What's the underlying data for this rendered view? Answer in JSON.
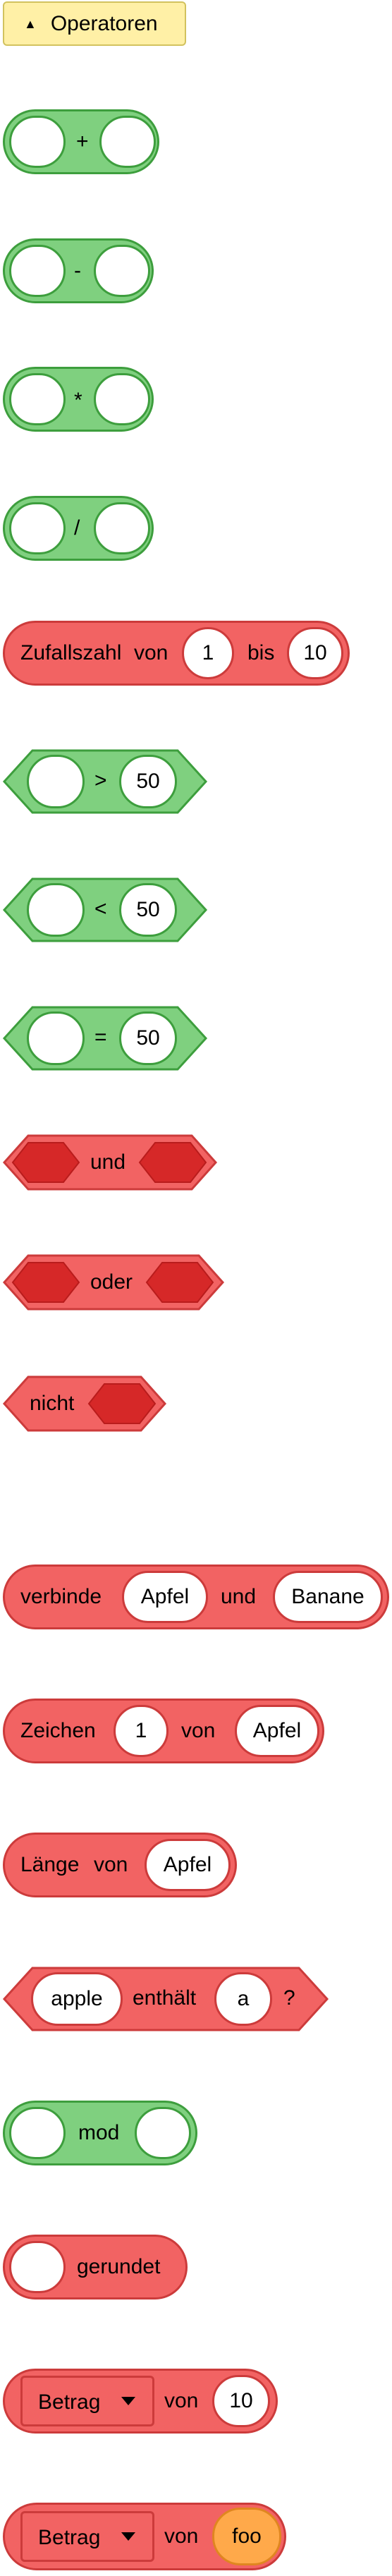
{
  "category": {
    "title": "Operatoren",
    "arrow": "▲"
  },
  "blocks": {
    "plus": {
      "op": "+"
    },
    "minus": {
      "op": "-"
    },
    "times": {
      "op": "*"
    },
    "divide": {
      "op": "/"
    },
    "random": {
      "label": "Zufallszahl",
      "from": "von",
      "to_label": "bis",
      "min": "1",
      "max": "10"
    },
    "gt": {
      "op": ">",
      "value": "50"
    },
    "lt": {
      "op": "<",
      "value": "50"
    },
    "eq": {
      "op": "=",
      "value": "50"
    },
    "and": {
      "op": "und"
    },
    "or": {
      "op": "oder"
    },
    "not": {
      "op": "nicht"
    },
    "join": {
      "label": "verbinde",
      "a": "Apfel",
      "mid": "und",
      "b": "Banane"
    },
    "letter": {
      "label": "Zeichen",
      "index": "1",
      "of": "von",
      "text": "Apfel"
    },
    "length": {
      "label": "Länge",
      "of": "von",
      "text": "Apfel"
    },
    "contains": {
      "text": "apple",
      "label": "enthält",
      "value": "a",
      "q": "?"
    },
    "mod": {
      "op": "mod"
    },
    "round": {
      "op": "gerundet"
    },
    "abs1": {
      "func": "Betrag",
      "of": "von",
      "value": "10"
    },
    "abs2": {
      "func": "Betrag",
      "of": "von",
      "value": "foo"
    }
  },
  "colors": {
    "green": "#7fd07f",
    "green_border": "#3d9e3d",
    "red": "#f26363",
    "red_border": "#cc3b3b",
    "dark_red": "#d62828",
    "orange": "#ffa94a",
    "header": "#fff0a6"
  }
}
